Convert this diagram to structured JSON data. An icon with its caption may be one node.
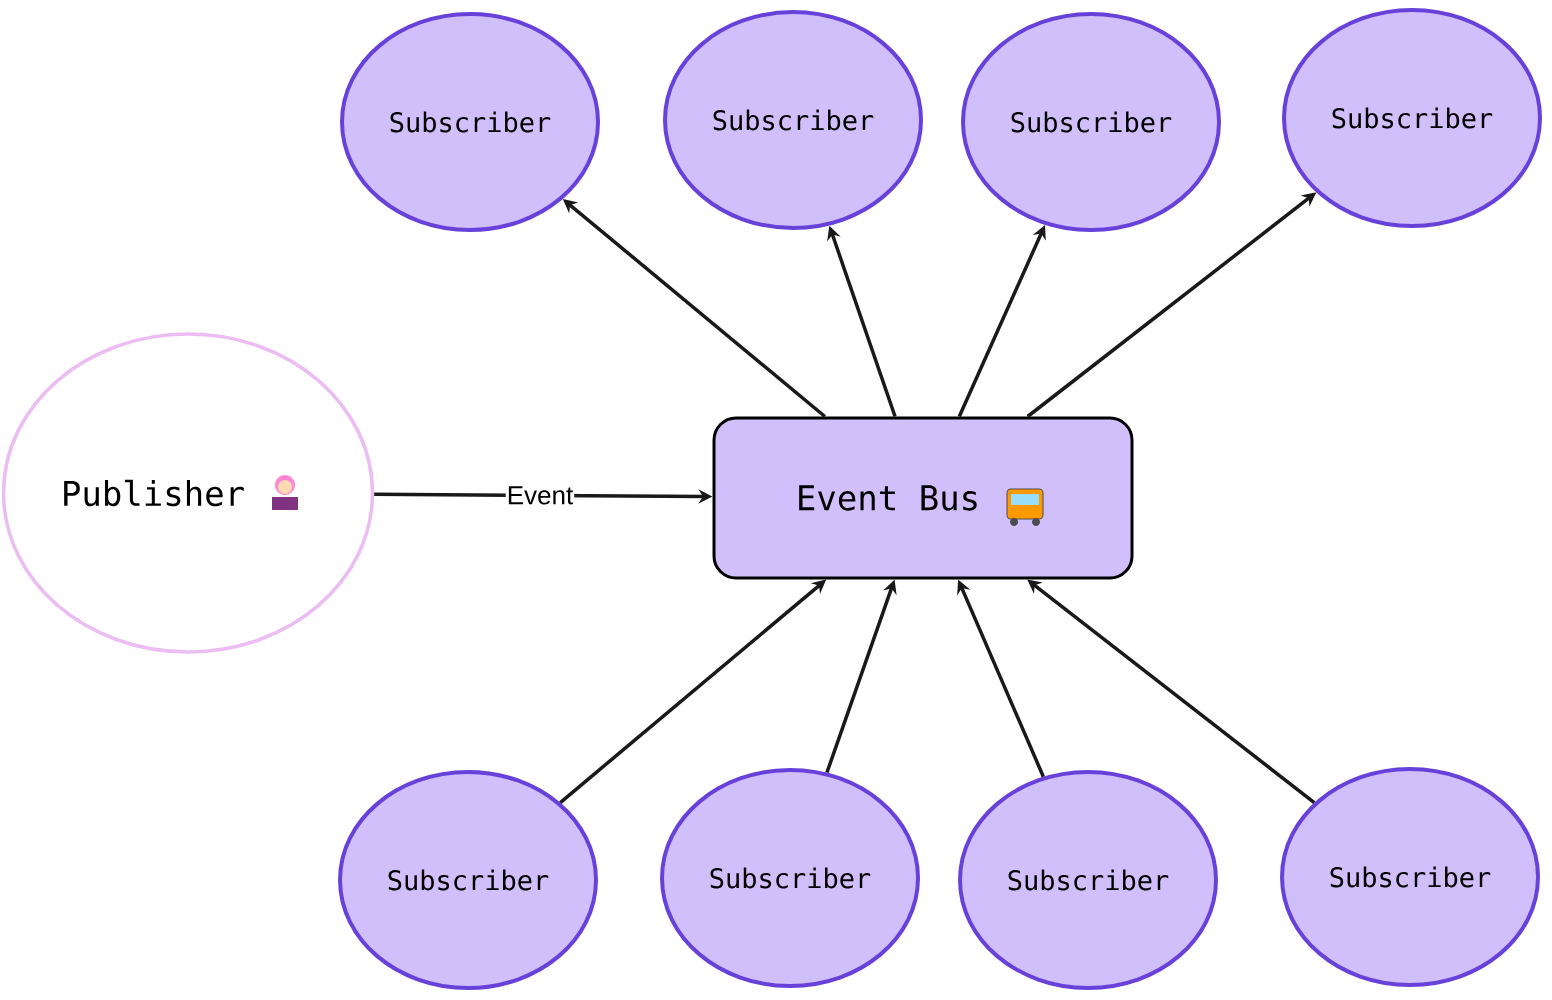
{
  "diagram": {
    "nodes": [
      {
        "text": [
          "Publisher"
        ]
      },
      {
        "text": [
          "Event Bus"
        ]
      },
      {
        "text": [
          "Subscriber"
        ]
      },
      {
        "text": [
          "Subscriber"
        ]
      },
      {
        "text": [
          "Subscriber"
        ]
      },
      {
        "text": [
          "Subscriber"
        ]
      },
      {
        "text": [
          "Subscriber"
        ]
      },
      {
        "text": [
          "Subscriber"
        ]
      },
      {
        "text": [
          "Subscriber"
        ]
      },
      {
        "text": [
          "Subscriber"
        ]
      }
    ],
    "edges": [
      {
        "from": 0,
        "to": 1,
        "arrow": "to",
        "label": "Event"
      },
      {
        "from": 1,
        "to": 2,
        "arrow": "to"
      },
      {
        "from": 1,
        "to": 3,
        "arrow": "to"
      },
      {
        "from": 1,
        "to": 4,
        "arrow": "to"
      },
      {
        "from": 1,
        "to": 5,
        "arrow": "to"
      },
      {
        "from": 6,
        "to": 1,
        "arrow": "to"
      },
      {
        "from": 7,
        "to": 1,
        "arrow": "to"
      },
      {
        "from": 8,
        "to": 1,
        "arrow": "to"
      },
      {
        "from": 9,
        "to": 1,
        "arrow": "to"
      }
    ]
  }
}
